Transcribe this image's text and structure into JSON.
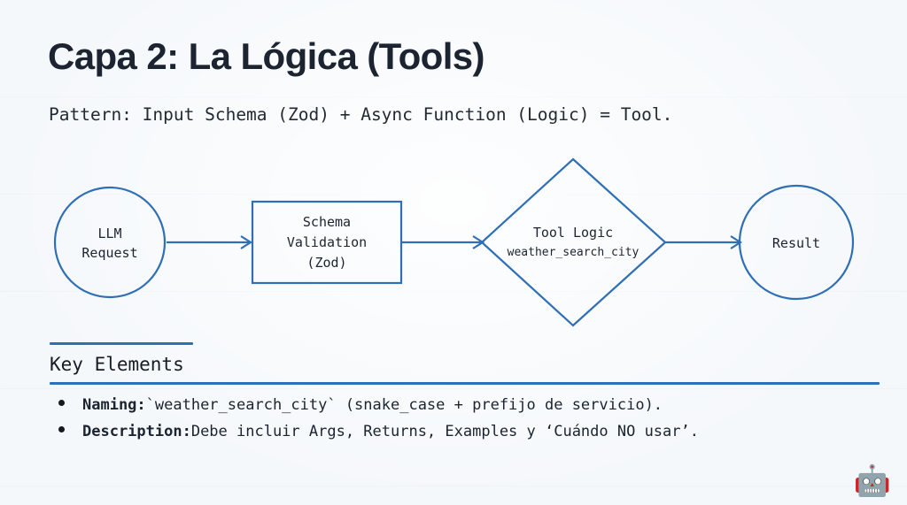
{
  "slide": {
    "title": "Capa 2: La Lógica (Tools)",
    "subtitle": "Pattern: Input Schema (Zod) + Async Function (Logic) = Tool.",
    "background_color": "#f5f8fb",
    "accent_color": "#2f6fb5",
    "text_color": "#1b2430"
  },
  "diagram": {
    "type": "flow",
    "stroke_color": "#2f6fb5",
    "nodes": [
      {
        "shape": "circle",
        "name": "llm-request",
        "lines": [
          "LLM",
          "Request"
        ]
      },
      {
        "shape": "rectangle",
        "name": "schema-validation",
        "lines": [
          "Schema",
          "Validation",
          "(Zod)"
        ]
      },
      {
        "shape": "diamond",
        "name": "tool-logic",
        "title": "Tool Logic",
        "subtitle": "weather_search_city"
      },
      {
        "shape": "circle",
        "name": "result",
        "lines": [
          "Result"
        ]
      }
    ],
    "arrows": 3
  },
  "key_elements": {
    "heading": "Key Elements",
    "items": [
      {
        "label": "Naming:",
        "text": " `weather_search_city` (snake_case + prefijo de servicio)."
      },
      {
        "label": "Description:",
        "text": " Debe incluir Args, Returns, Examples y ‘Cuándo NO usar’."
      }
    ]
  },
  "footer": {
    "robot_icon": "🤖"
  }
}
